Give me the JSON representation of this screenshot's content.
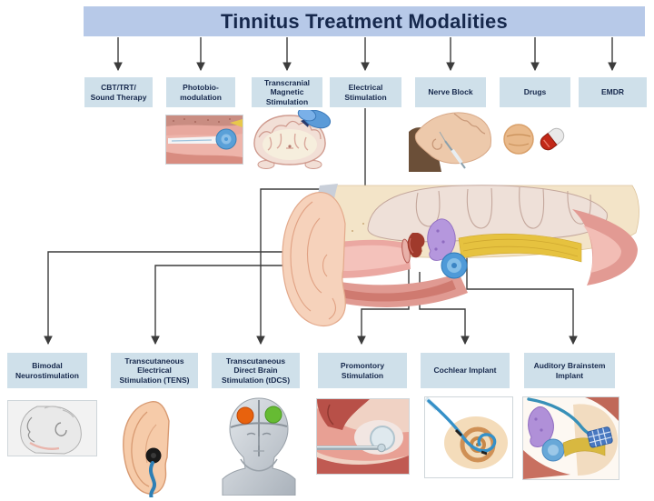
{
  "title": "Tinnitus Treatment Modalities",
  "top_modalities": [
    {
      "label": "CBT/TRT/\nSound Therapy"
    },
    {
      "label": "Photobio-\nmodulation",
      "illustration": "ear-canal-laser"
    },
    {
      "label": "Transcranial\nMagnetic\nStimulation",
      "illustration": "brain-coronal-with-tms-coil"
    },
    {
      "label": "Electrical\nStimulation",
      "illustration": "arrow-to-ear-anatomy"
    },
    {
      "label": "Nerve Block",
      "illustration": "jaw-injection"
    },
    {
      "label": "Drugs",
      "illustration": "tablet-and-capsule"
    },
    {
      "label": "EMDR"
    }
  ],
  "bottom_modalities": [
    {
      "label": "Bimodal\nNeurostimulation",
      "illustration": "face-profile-grayscale"
    },
    {
      "label": "Transcutaneous\nElectrical\nStimulation (TENS)",
      "illustration": "ear-with-electrode-cable"
    },
    {
      "label": "Transcutaneous\nDirect Brain\nStimulation (tDCS)",
      "illustration": "head-with-scalp-electrodes"
    },
    {
      "label": "Promontory\nStimulation",
      "illustration": "ear-canal-probe"
    },
    {
      "label": "Cochlear Implant",
      "illustration": "cochlea-with-electrode"
    },
    {
      "label": "Auditory Brainstem\nImplant",
      "illustration": "brainstem-electrode-array"
    }
  ],
  "center_illustration": "ear-anatomy-cross-section",
  "colors": {
    "banner": "#b7c9e8",
    "box": "#cfe0ea",
    "text": "#16284c",
    "connector": "#3c3c3c",
    "cochlea_blue": "#4f9ad8",
    "canal_purple": "#b597dd",
    "nerve_yellow": "#e6c23f",
    "electrode_orange": "#e8620d",
    "electrode_green": "#66bb33"
  }
}
